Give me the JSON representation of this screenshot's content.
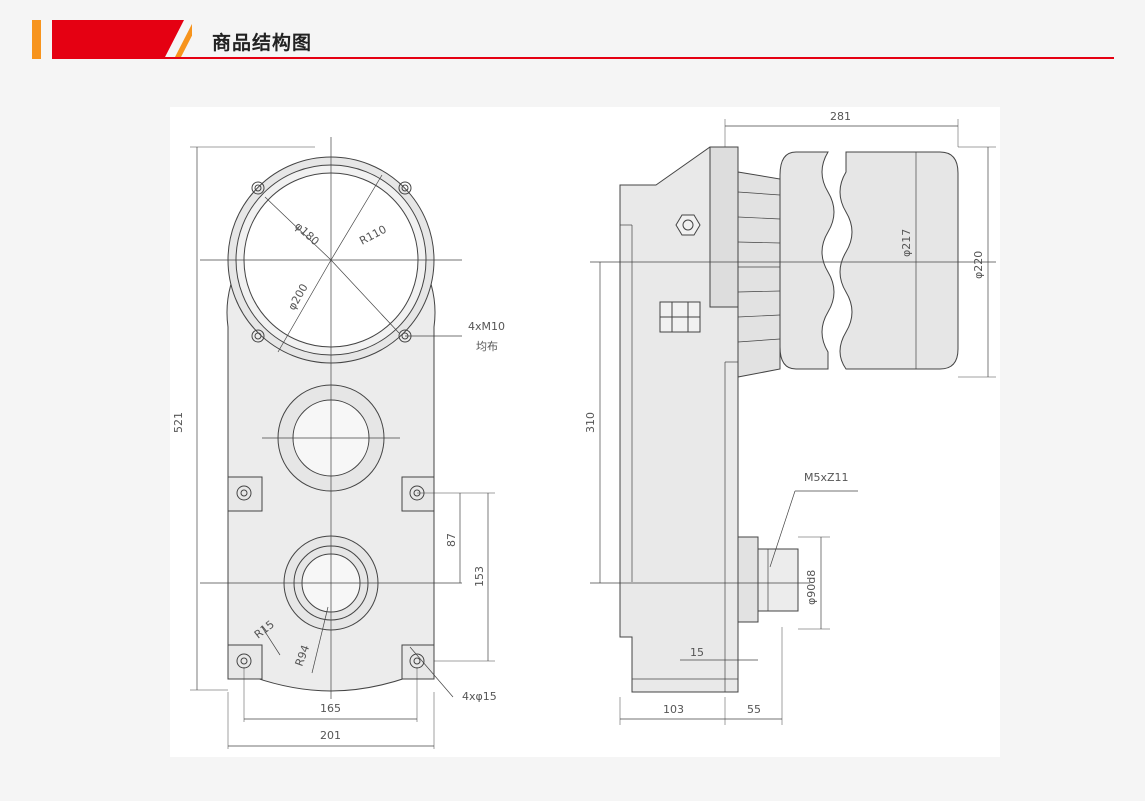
{
  "header": {
    "title": "商品结构图",
    "accent_color": "#f7941d",
    "brand_color": "#e50012"
  },
  "drawing": {
    "front": {
      "d180": "φ180",
      "d200": "φ200",
      "r110": "R110",
      "holes_top": "4xM10",
      "holes_top_note": "均布",
      "h521": "521",
      "d87": "87",
      "d153": "153",
      "r15": "R15",
      "r94": "R94",
      "w165": "165",
      "w201": "201",
      "holes_bottom": "4xφ15"
    },
    "side": {
      "w281": "281",
      "d217": "φ217",
      "d220": "φ220",
      "h310": "310",
      "thread": "M5xZ11",
      "d90": "φ90d8",
      "d15": "15",
      "w103": "103",
      "w55": "55"
    }
  }
}
